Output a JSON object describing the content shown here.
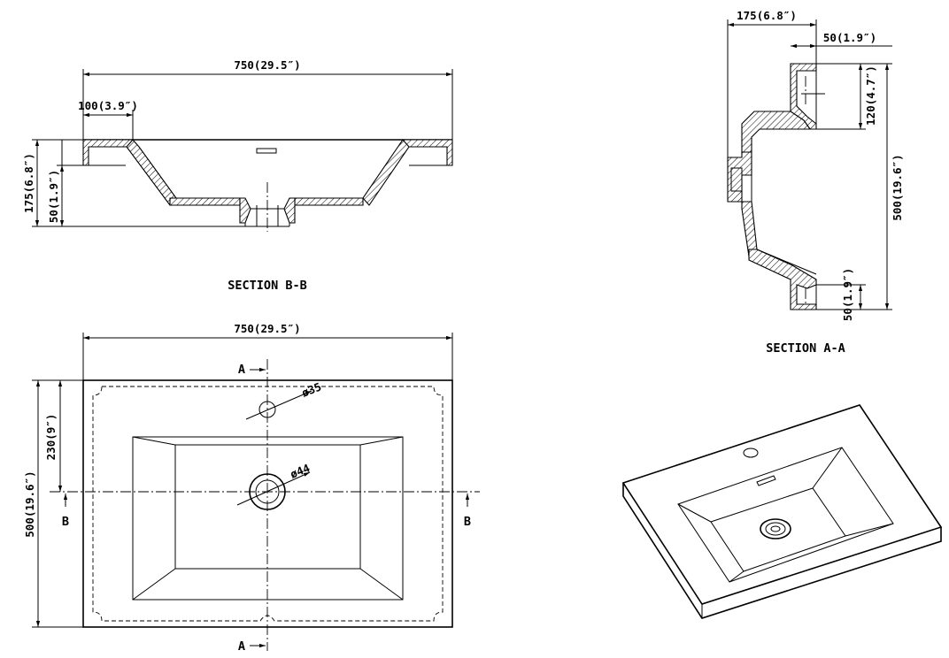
{
  "section_bb": {
    "title": "SECTION B-B",
    "width_dim": "750(29.5″)",
    "rim_dim": "100(3.9″)",
    "height_dim": "175(6.8″)",
    "edge_dim": "50(1.9″)"
  },
  "section_aa": {
    "title": "SECTION A-A",
    "depth_dim": "175(6.8″)",
    "edge_dim": "50(1.9″)",
    "back_dim": "120(4.7″)",
    "length_dim": "500(19.6″)",
    "front_dim": "50(1.9″)"
  },
  "top_view": {
    "width_dim": "750(29.5″)",
    "length_dim": "500(19.6″)",
    "center_dim": "230(9″)",
    "faucet_hole": "ø35",
    "drain_hole": "ø44",
    "section_a": "A",
    "section_b": "B"
  }
}
